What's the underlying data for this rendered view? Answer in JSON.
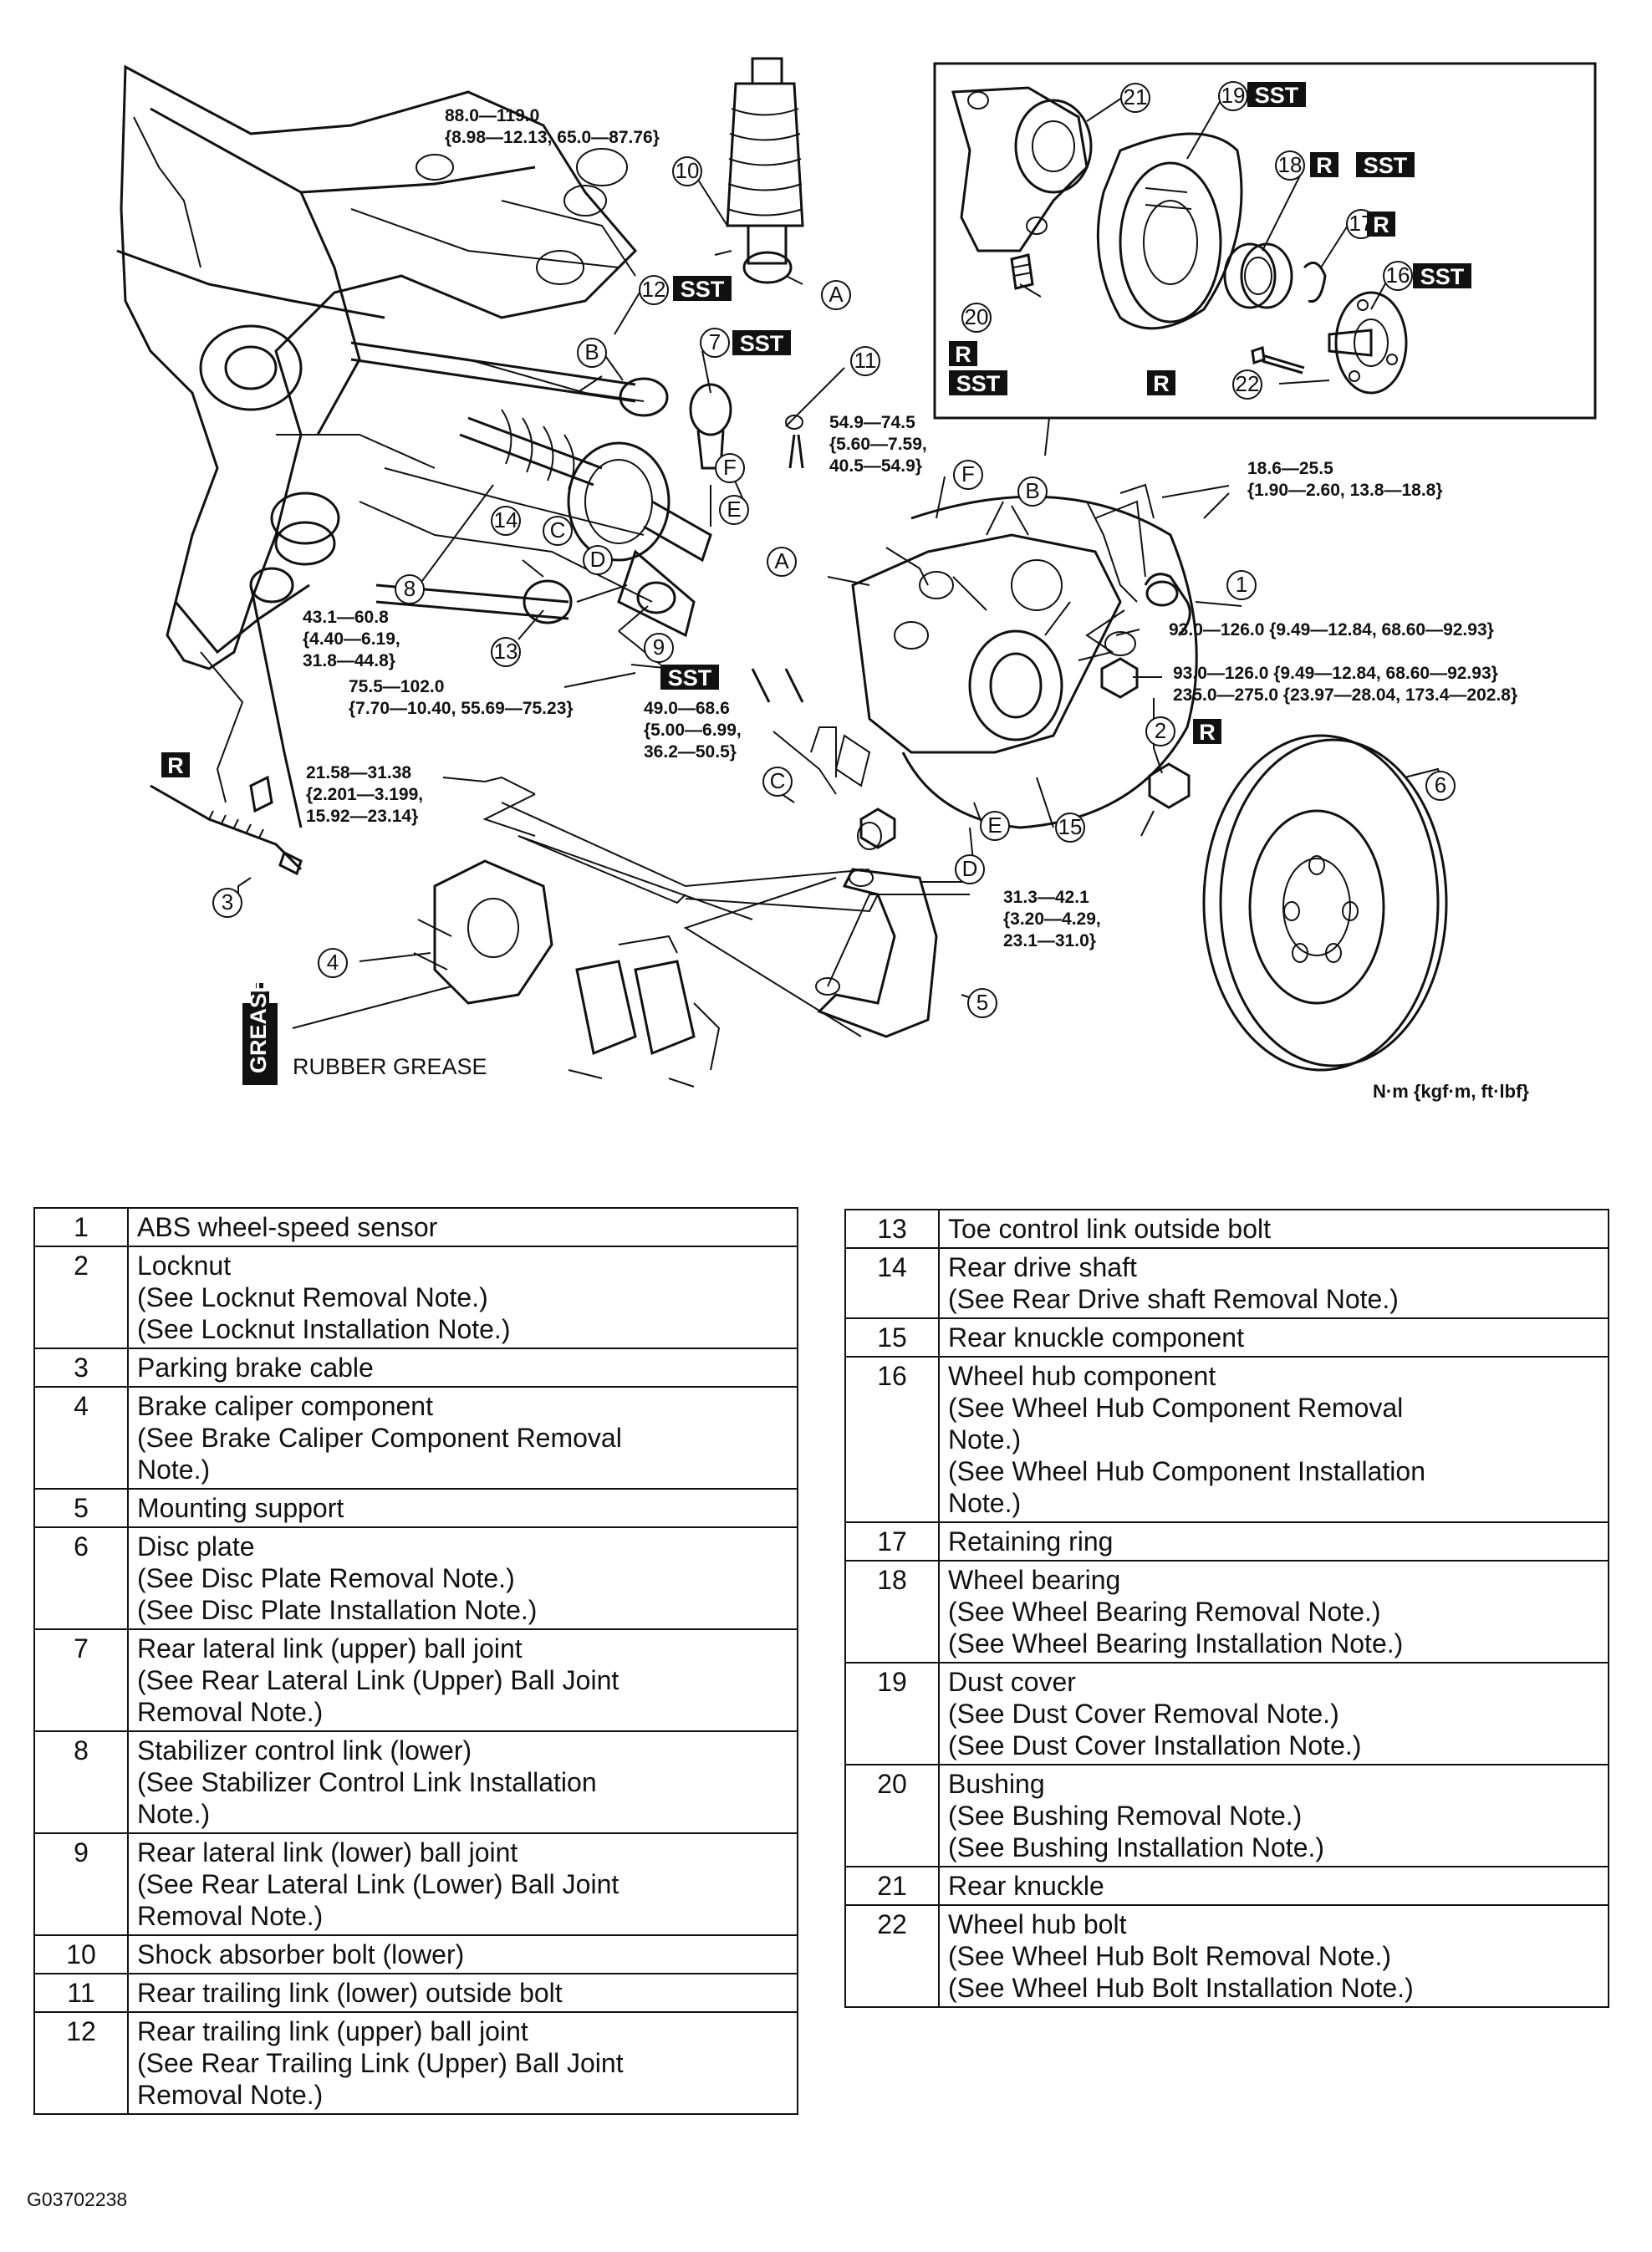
{
  "torques": {
    "t1": [
      "88.0—119.0",
      "{8.98—12.13, 65.0—87.76}"
    ],
    "t2": [
      "54.9—74.5",
      "{5.60—7.59,",
      "40.5—54.9}"
    ],
    "t3": [
      "18.6—25.5",
      "{1.90—2.60, 13.8—18.8}"
    ],
    "t4": [
      "93.0—126.0 {9.49—12.84, 68.60—92.93}"
    ],
    "t5": [
      "93.0—126.0 {9.49—12.84, 68.60—92.93}",
      "235.0—275.0 {23.97—28.04, 173.4—202.8}"
    ],
    "t6": [
      "43.1—60.8",
      "{4.40—6.19,",
      "31.8—44.8}"
    ],
    "t7": [
      "75.5—102.0",
      "{7.70—10.40, 55.69—75.23}"
    ],
    "t8": [
      "49.0—68.6",
      "{5.00—6.99,",
      "36.2—50.5}"
    ],
    "t9": [
      "21.58—31.38",
      "{2.201—3.199,",
      "15.92—23.14}"
    ],
    "t10": [
      "31.3—42.1",
      "{3.20—4.29,",
      "23.1—31.0}"
    ]
  },
  "callouts": [
    "1",
    "2",
    "3",
    "4",
    "5",
    "6",
    "7",
    "8",
    "9",
    "10",
    "11",
    "12",
    "13",
    "14",
    "15",
    "16",
    "17",
    "18",
    "19",
    "20",
    "21",
    "22"
  ],
  "letters": [
    "A",
    "B",
    "C",
    "D",
    "E",
    "F"
  ],
  "badges": {
    "sst": "SST",
    "r": "R"
  },
  "grease_label": "RUBBER GREASE",
  "grease_can_text": "GREASE",
  "units": "N·m {kgf·m, ft·lbf}",
  "parts_left": [
    {
      "num": "1",
      "lines": [
        "ABS wheel-speed sensor"
      ]
    },
    {
      "num": "2",
      "lines": [
        "Locknut",
        "(See Locknut Removal Note.)",
        "(See Locknut Installation Note.)"
      ]
    },
    {
      "num": "3",
      "lines": [
        "Parking brake cable"
      ]
    },
    {
      "num": "4",
      "lines": [
        "Brake caliper component",
        "(See Brake Caliper Component Removal",
        "Note.)"
      ]
    },
    {
      "num": "5",
      "lines": [
        "Mounting support"
      ]
    },
    {
      "num": "6",
      "lines": [
        "Disc plate",
        "(See Disc Plate Removal Note.)",
        "(See Disc Plate Installation Note.)"
      ]
    },
    {
      "num": "7",
      "lines": [
        "Rear lateral link (upper) ball joint",
        "(See Rear Lateral Link (Upper) Ball Joint",
        "Removal Note.)"
      ]
    },
    {
      "num": "8",
      "lines": [
        "Stabilizer control link (lower)",
        "(See Stabilizer Control Link Installation",
        "Note.)"
      ]
    },
    {
      "num": "9",
      "lines": [
        "Rear lateral link (lower) ball joint",
        "(See Rear Lateral Link (Lower) Ball Joint",
        "Removal Note.)"
      ]
    },
    {
      "num": "10",
      "lines": [
        "Shock absorber bolt (lower)"
      ]
    },
    {
      "num": "11",
      "lines": [
        "Rear trailing link (lower) outside bolt"
      ]
    },
    {
      "num": "12",
      "lines": [
        "Rear trailing link (upper) ball joint",
        "(See Rear Trailing Link (Upper) Ball Joint",
        "Removal Note.)"
      ]
    }
  ],
  "parts_right": [
    {
      "num": "13",
      "lines": [
        "Toe control link outside bolt"
      ]
    },
    {
      "num": "14",
      "lines": [
        "Rear drive shaft",
        "(See Rear Drive shaft Removal Note.)"
      ]
    },
    {
      "num": "15",
      "lines": [
        "Rear knuckle component"
      ]
    },
    {
      "num": "16",
      "lines": [
        "Wheel hub component",
        "(See Wheel Hub Component Removal",
        "Note.)",
        "(See Wheel Hub Component Installation",
        "Note.)"
      ]
    },
    {
      "num": "17",
      "lines": [
        "Retaining ring"
      ]
    },
    {
      "num": "18",
      "lines": [
        "Wheel bearing",
        "(See Wheel Bearing Removal Note.)",
        "(See Wheel Bearing Installation Note.)"
      ]
    },
    {
      "num": "19",
      "lines": [
        "Dust cover",
        "(See Dust Cover Removal Note.)",
        "(See Dust Cover Installation Note.)"
      ]
    },
    {
      "num": "20",
      "lines": [
        "Bushing",
        "(See Bushing Removal Note.)",
        "(See Bushing Installation Note.)"
      ]
    },
    {
      "num": "21",
      "lines": [
        "Rear knuckle"
      ]
    },
    {
      "num": "22",
      "lines": [
        "Wheel hub bolt",
        "(See Wheel Hub Bolt Removal Note.)",
        "(See Wheel Hub Bolt Installation Note.)"
      ]
    }
  ],
  "figure_code": "G03702238"
}
